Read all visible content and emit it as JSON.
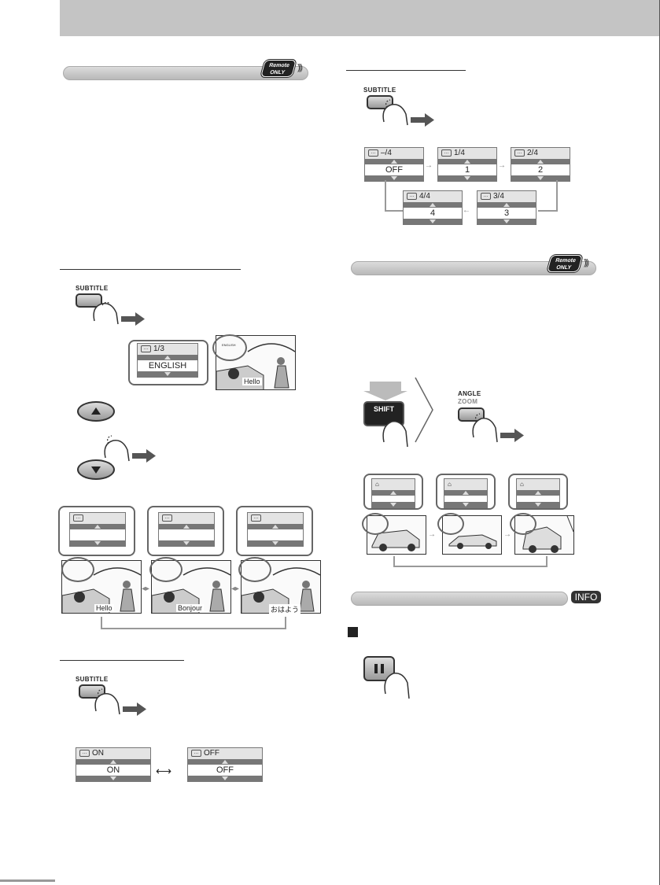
{
  "header": {
    "bar": ""
  },
  "remote_badge": {
    "line1": "Remote",
    "line2": "ONLY"
  },
  "subtitle_button": {
    "label": "SUBTITLE"
  },
  "select_demo": {
    "osd_header": "1/3",
    "osd_value": "ENGLISH",
    "scene_caption": "Hello",
    "tiny_label": "ENGLISH"
  },
  "scenes_row": {
    "captions": [
      "Hello",
      "Bonjour",
      "おはよう"
    ]
  },
  "onoff": {
    "left_header": "ON",
    "left_value": "ON",
    "right_header": "OFF",
    "right_value": "OFF"
  },
  "cycle": {
    "boxes": [
      {
        "header": "–/4",
        "value": "OFF"
      },
      {
        "header": "1/4",
        "value": "1"
      },
      {
        "header": "2/4",
        "value": "2"
      },
      {
        "header": "3/4",
        "value": "3"
      },
      {
        "header": "4/4",
        "value": "4"
      }
    ]
  },
  "angle": {
    "shift_label": "SHIFT",
    "angle_label": "ANGLE",
    "zoom_label": "ZOOM"
  },
  "info_badge": "INFO",
  "colors": {
    "gray_bar": "#c4c4c4",
    "dark": "#333333"
  },
  "icons": [
    "finger-press-icon",
    "up-button-icon",
    "down-button-icon",
    "pause-button-icon",
    "subtitle-icon",
    "angle-icon"
  ]
}
